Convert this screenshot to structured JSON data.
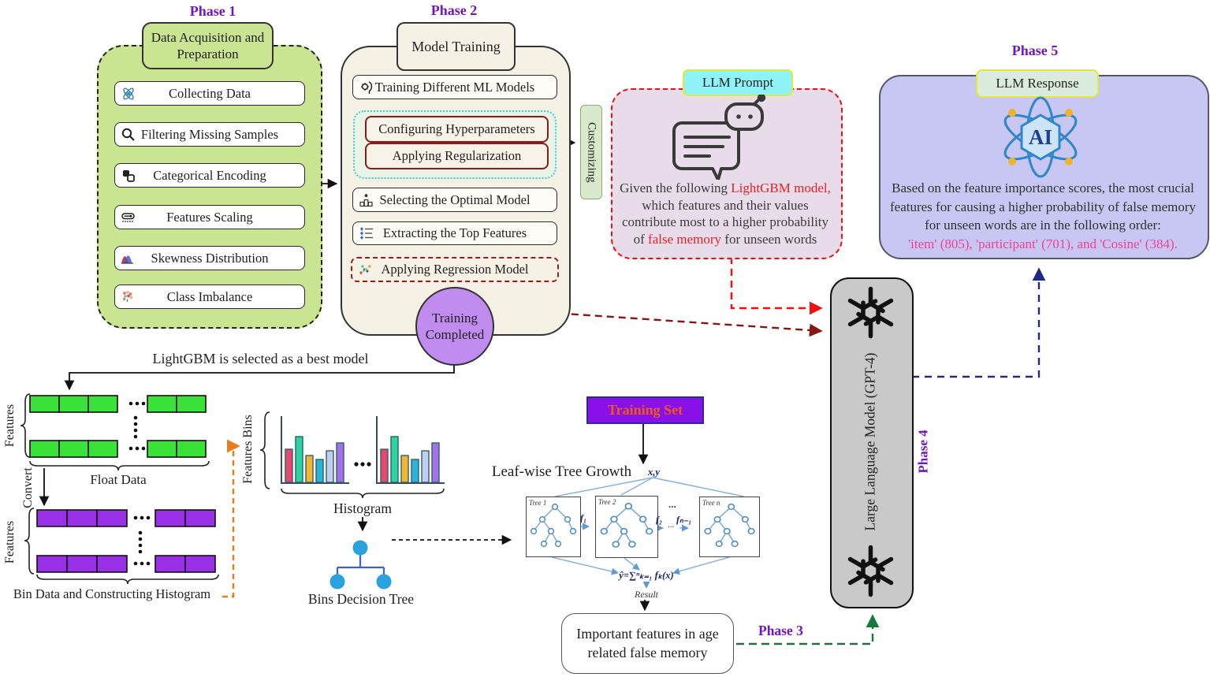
{
  "colors": {
    "phase_label": "#7414c4",
    "phase1_green": "#c9e592",
    "phase2_cream": "#f5f1e4",
    "teal_border": "#3ecfcf",
    "dark_red": "#8b1a1a",
    "bright_red": "#ee1111",
    "circle_purple": "#c18cf0",
    "prompt_bg": "#e9dcea",
    "prompt_label_bg": "#8ff4f7",
    "response_bg": "#c8c7f4",
    "response_label_bg": "#dcecdc",
    "gpt_gray": "#c9c9c9",
    "training_set_bg": "#8a10e8",
    "training_set_text": "#f05818",
    "highlight_pink": "#f04098",
    "green_cell": "#39e139",
    "purple_cell": "#9a2fe8",
    "orange_arrow": "#e87d1a",
    "green_arrow": "#187838",
    "navy_arrow": "#1e2a8a"
  },
  "phase1": {
    "label": "Phase 1",
    "title": "Data Acquisition and Preparation",
    "items": [
      {
        "label": "Collecting Data",
        "icon": "atom-icon"
      },
      {
        "label": "Filtering Missing Samples",
        "icon": "magnifier-icon"
      },
      {
        "label": "Categorical Encoding",
        "icon": "encoding-icon"
      },
      {
        "label": "Features Scaling",
        "icon": "scaling-icon"
      },
      {
        "label": "Skewness Distribution",
        "icon": "distribution-icon"
      },
      {
        "label": "Class Imbalance",
        "icon": "imbalance-icon"
      }
    ]
  },
  "phase2": {
    "label": "Phase 2",
    "title": "Model Training",
    "train": "Training Different ML Models",
    "config": "Configuring Hyperparameters",
    "regularization": "Applying Regularization",
    "select": "Selecting the Optimal Model",
    "extract": "Extracting the Top Features",
    "regression": "Applying Regression Model",
    "completed": "Training Completed",
    "customizing": "Customizing"
  },
  "llm_prompt": {
    "label": "LLM Prompt",
    "segments": [
      {
        "text": "Given the following ",
        "color": "#3a3a3a"
      },
      {
        "text": "LightGBM model,",
        "color": "#ed2024"
      },
      {
        "text": " which features and their values contribute most to a higher probability of ",
        "color": "#3a3a3a"
      },
      {
        "text": "false memory",
        "color": "#ed2024"
      },
      {
        "text": " for unseen words",
        "color": "#3a3a3a"
      }
    ]
  },
  "phase5": {
    "label": "Phase 5",
    "title": "LLM Response",
    "ai_label": "AI",
    "text": "Based on the feature importance scores, the most crucial features for causing a higher probability of false memory for unseen words are in the following order:",
    "highlight": "'item' (805), 'participant' (701), and 'Cosine' (384)."
  },
  "gpt4": {
    "label": "Large Language Model (GPT-4)",
    "phase": "Phase 4"
  },
  "phase3": {
    "label": "Phase 3",
    "result_box": "Important features in age related false memory"
  },
  "lightgbm": {
    "selected_note": "LightGBM is selected as a best model",
    "features_label": "Features",
    "convert_label": "Convert",
    "float_data": "Float Data",
    "bin_data": "Bin Data and Constructing Histogram",
    "features_bins": "Features Bins",
    "histogram": "Histogram",
    "bins_tree": "Bins Decision Tree"
  },
  "training": {
    "set": "Training Set",
    "xy": "x,y",
    "leafwise": "Leaf-wise Tree Growth",
    "trees": [
      "Tree 1",
      "Tree 2",
      "Tree n"
    ],
    "fs": [
      "f₁",
      "f₂",
      "fₙ₋₁"
    ],
    "dots": "...",
    "formula": "ŷ=∑ⁿₖ₌₁ fₖ(x)",
    "result": "Result"
  }
}
